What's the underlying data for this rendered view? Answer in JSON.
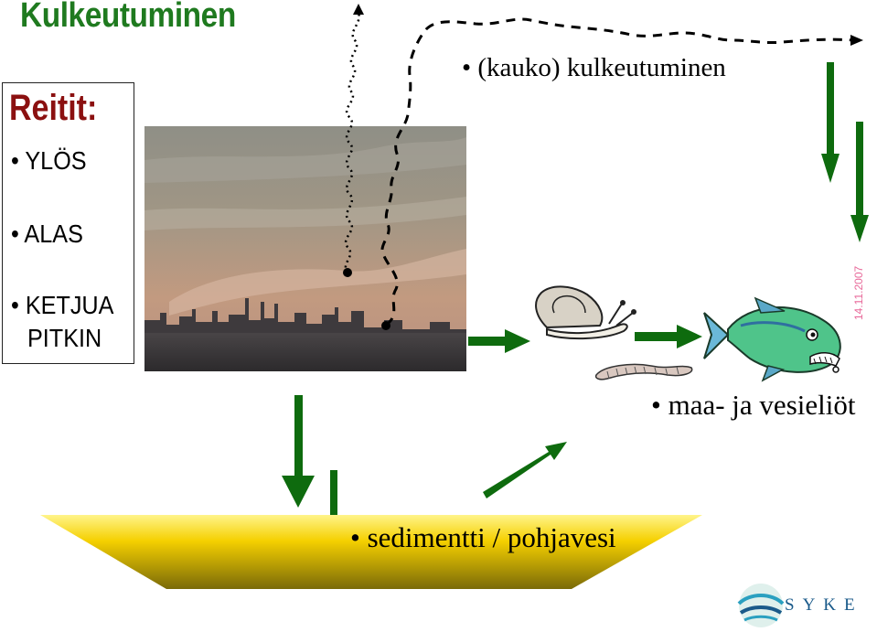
{
  "title": "Kulkeutuminen",
  "routes": {
    "heading": "Reitit:",
    "items": [
      "• YLÖS",
      "• ALAS",
      "• KETJUA"
    ],
    "last_item_continuation": "PITKIN"
  },
  "labels": {
    "long_range_transport": "• (kauko) kulkeutuminen",
    "organisms": "• maa- ja vesieliöt",
    "sediment": "• sedimentti / pohjavesi"
  },
  "date_stamp": "14.11.2007",
  "logo_text": "SYKE",
  "colors": {
    "title": "#1f7a1f",
    "routes_heading": "#8b1010",
    "arrow_green": "#0e6b0e",
    "sediment_yellow": "#f5d000",
    "sediment_olive": "#7a6a08",
    "logo_blue": "#1a5a8a"
  },
  "icons": [
    "snail-icon",
    "worm-icon",
    "fish-icon",
    "syke-logo-icon",
    "city-smoke-image"
  ]
}
